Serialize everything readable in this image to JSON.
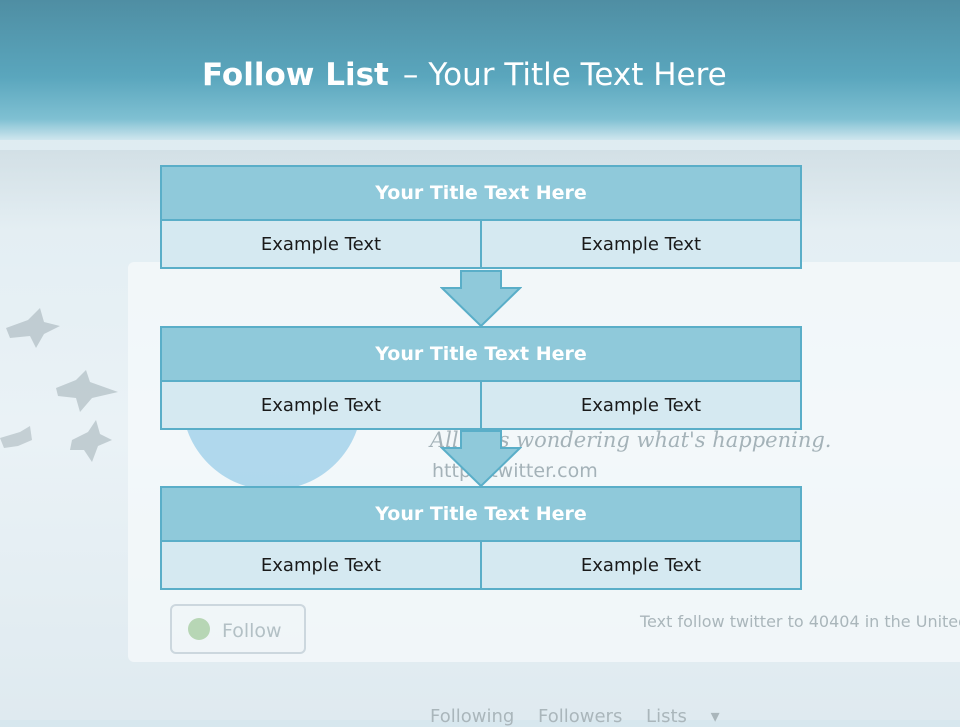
{
  "slide": {
    "title_bold": "Follow List",
    "title_dash": "–",
    "title_rest": "Your Title Text Here"
  },
  "background": {
    "tagline": "All ... is wondering what's happening.",
    "url": "http://twitter.com",
    "follow_button": "Follow",
    "sms_text": "Text follow twitter to 40404 in the United",
    "tabs": "Following Followers Lists ▾"
  },
  "blocks": [
    {
      "title": "Your Title Text Here",
      "left": "Example Text",
      "right": "Example Text"
    },
    {
      "title": "Your Title Text Here",
      "left": "Example Text",
      "right": "Example Text"
    },
    {
      "title": "Your Title Text Here",
      "left": "Example Text",
      "right": "Example Text"
    }
  ],
  "colors": {
    "header_top": "#4f8ea3",
    "title_fill": "#8fc9da",
    "cell_fill": "#d5e9f1",
    "border": "#5aaec8",
    "arrow_fill": "#8fc9da"
  }
}
